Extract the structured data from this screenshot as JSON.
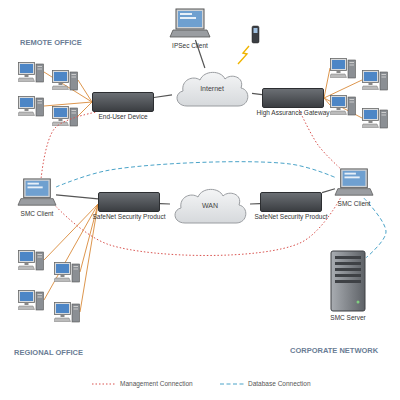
{
  "diagram": {
    "nodes": [
      {
        "text": [
          "IPSec Client"
        ]
      },
      {
        "text": [
          "Internet"
        ]
      },
      {
        "text": [
          "End-User Device"
        ]
      },
      {
        "text": [
          "High Assurance Gateway"
        ]
      },
      {
        "text": [
          "SMC Client"
        ]
      },
      {
        "text": [
          "SafeNet Security Product"
        ]
      },
      {
        "text": [
          "WAN"
        ]
      },
      {
        "text": [
          "SafeNet Security Product"
        ]
      },
      {
        "text": [
          "SMC Client"
        ]
      },
      {
        "text": [
          "SMC Server"
        ]
      }
    ],
    "edges": [
      {
        "from": 2,
        "to": 1,
        "arrow": "none"
      },
      {
        "from": 1,
        "to": 3,
        "arrow": "none"
      },
      {
        "from": 0,
        "to": 1,
        "arrow": "none"
      },
      {
        "from": 5,
        "to": 6,
        "arrow": "none"
      },
      {
        "from": 6,
        "to": 7,
        "arrow": "none"
      },
      {
        "from": 4,
        "to": 5,
        "arrow": "none"
      },
      {
        "from": 7,
        "to": 8,
        "arrow": "none"
      },
      {
        "from": 4,
        "to": 2,
        "arrow": "none"
      },
      {
        "from": 8,
        "to": 3,
        "arrow": "none"
      },
      {
        "from": 4,
        "to": 8,
        "arrow": "none"
      },
      {
        "from": 8,
        "to": 9,
        "arrow": "none"
      },
      {
        "from": 4,
        "to": 8,
        "arrow": "none"
      }
    ],
    "labels": [
      "REMOTE OFFICE",
      "REGIONAL OFFICE",
      "CORPORATE NETWORK"
    ],
    "legend": [
      {
        "text": "Management Connection"
      },
      {
        "text": "Database Connection"
      }
    ]
  }
}
